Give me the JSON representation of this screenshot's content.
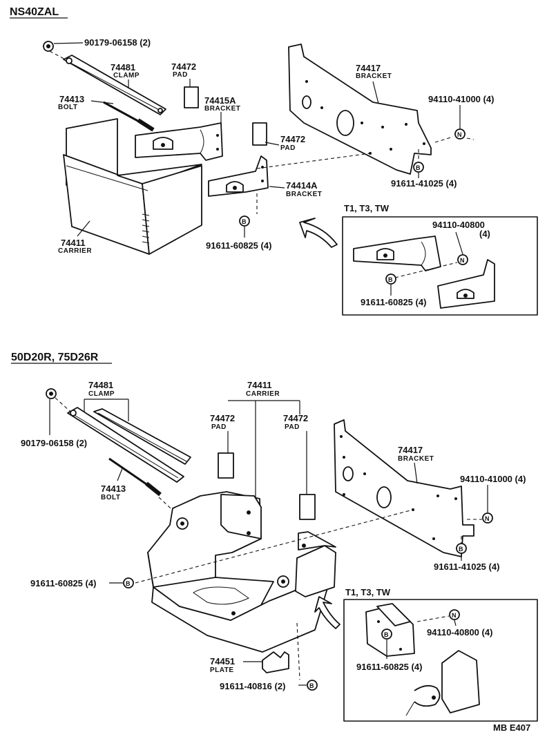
{
  "sections": {
    "top_heading": "NS40ZAL",
    "bottom_heading": "50D20R, 75D26R",
    "top_inset_heading": "T1, T3, TW",
    "bottom_inset_heading": "T1, T3, TW"
  },
  "top": {
    "p_90179": "90179-06158 (2)",
    "p_74481": "74481",
    "n_74481": "CLAMP",
    "p_74413": "74413",
    "n_74413": "BOLT",
    "p_74472a": "74472",
    "n_74472a": "PAD",
    "p_74415": "74415A",
    "n_74415": "BRACKET",
    "p_74417": "74417",
    "n_74417": "BRACKET",
    "p_94110": "94110-41000 (4)",
    "p_74472b": "74472",
    "n_74472b": "PAD",
    "p_74414": "74414A",
    "n_74414": "BRACKET",
    "p_91611a": "91611-41025 (4)",
    "p_74411": "74411",
    "n_74411": "CARRIER",
    "p_91611b": "91611-60825 (4)",
    "inset_94110": "94110-40800",
    "inset_qty": "(4)",
    "inset_91611": "91611-60825 (4)"
  },
  "bottom": {
    "p_74481": "74481",
    "n_74481": "CLAMP",
    "p_74411": "74411",
    "n_74411": "CARRIER",
    "p_74472a": "74472",
    "n_74472a": "PAD",
    "p_74472b": "74472",
    "n_74472b": "PAD",
    "p_90179": "90179-06158 (2)",
    "p_74413": "74413",
    "n_74413": "BOLT",
    "p_74417": "74417",
    "n_74417": "BRACKET",
    "p_94110": "94110-41000 (4)",
    "p_91611a": "91611-41025 (4)",
    "p_91611b": "91611-60825 (4)",
    "p_74451": "74451",
    "n_74451": "PLATE",
    "p_91611c": "91611-40816 (2)",
    "inset_94110": "94110-40800 (4)",
    "inset_91611": "91611-60825 (4)"
  },
  "markers": {
    "bolt": "B",
    "nut": "N"
  },
  "footer": "MB  E407"
}
